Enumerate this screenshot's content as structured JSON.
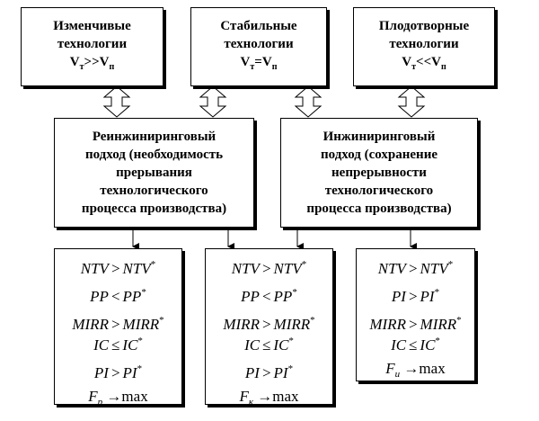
{
  "top_boxes": [
    {
      "line1": "Изменчивые",
      "line2": "технологии",
      "formula": {
        "a": "V",
        "a_sub": "т",
        "op": ">>",
        "b": "V",
        "b_sub": "п"
      }
    },
    {
      "line1": "Стабильные",
      "line2": "технологии",
      "formula": {
        "a": "V",
        "a_sub": "т",
        "op": "=",
        "b": "V",
        "b_sub": "п"
      }
    },
    {
      "line1": "Плодотворные",
      "line2": "технологии",
      "formula": {
        "a": "V",
        "a_sub": "т",
        "op": "<<",
        "b": "V",
        "b_sub": "п"
      }
    }
  ],
  "middle_boxes": [
    {
      "lines": [
        "Реинжиниринговый",
        "подход (необходимость",
        "прерывания",
        "технологического",
        "процесса производства)"
      ]
    },
    {
      "lines": [
        "Инжиниринговый",
        "подход (сохранение",
        "непрерывности",
        "технологического",
        "процесса производства)"
      ]
    }
  ],
  "bottom_boxes": [
    {
      "rows": [
        {
          "lhs": "NTV",
          "op": ">",
          "rhs": "NTV",
          "star": "*"
        },
        {
          "lhs": "PP",
          "op": "<",
          "rhs": "PP",
          "star": "*"
        },
        {
          "lhs": "MIRR",
          "op": ">",
          "rhs": "MIRR",
          "star": "*"
        },
        {
          "lhs": "IC",
          "op": "≤",
          "rhs": "IC",
          "star": "*"
        },
        {
          "lhs": "PI",
          "op": ">",
          "rhs": "PI",
          "star": "*"
        }
      ],
      "objective": {
        "f": "F",
        "sub": "р",
        "arrow": "→",
        "goal": "max"
      }
    },
    {
      "rows": [
        {
          "lhs": "NTV",
          "op": ">",
          "rhs": "NTV",
          "star": "*"
        },
        {
          "lhs": "PP",
          "op": "<",
          "rhs": "PP",
          "star": "*"
        },
        {
          "lhs": "MIRR",
          "op": ">",
          "rhs": "MIRR",
          "star": "*"
        },
        {
          "lhs": "IC",
          "op": "≤",
          "rhs": "IC",
          "star": "*"
        },
        {
          "lhs": "PI",
          "op": ">",
          "rhs": "PI",
          "star": "*"
        }
      ],
      "objective": {
        "f": "F",
        "sub": "к",
        "arrow": "→",
        "goal": "max"
      }
    },
    {
      "rows": [
        {
          "lhs": "NTV",
          "op": ">",
          "rhs": "NTV",
          "star": "*"
        },
        {
          "lhs": "PI",
          "op": ">",
          "rhs": "PI",
          "star": "*"
        },
        {
          "lhs": "MIRR",
          "op": ">",
          "rhs": "MIRR",
          "star": "*"
        },
        {
          "lhs": "IC",
          "op": "≤",
          "rhs": "IC",
          "star": "*"
        }
      ],
      "objective": {
        "f": "F",
        "sub": "и",
        "arrow": "→",
        "goal": "max"
      }
    }
  ]
}
